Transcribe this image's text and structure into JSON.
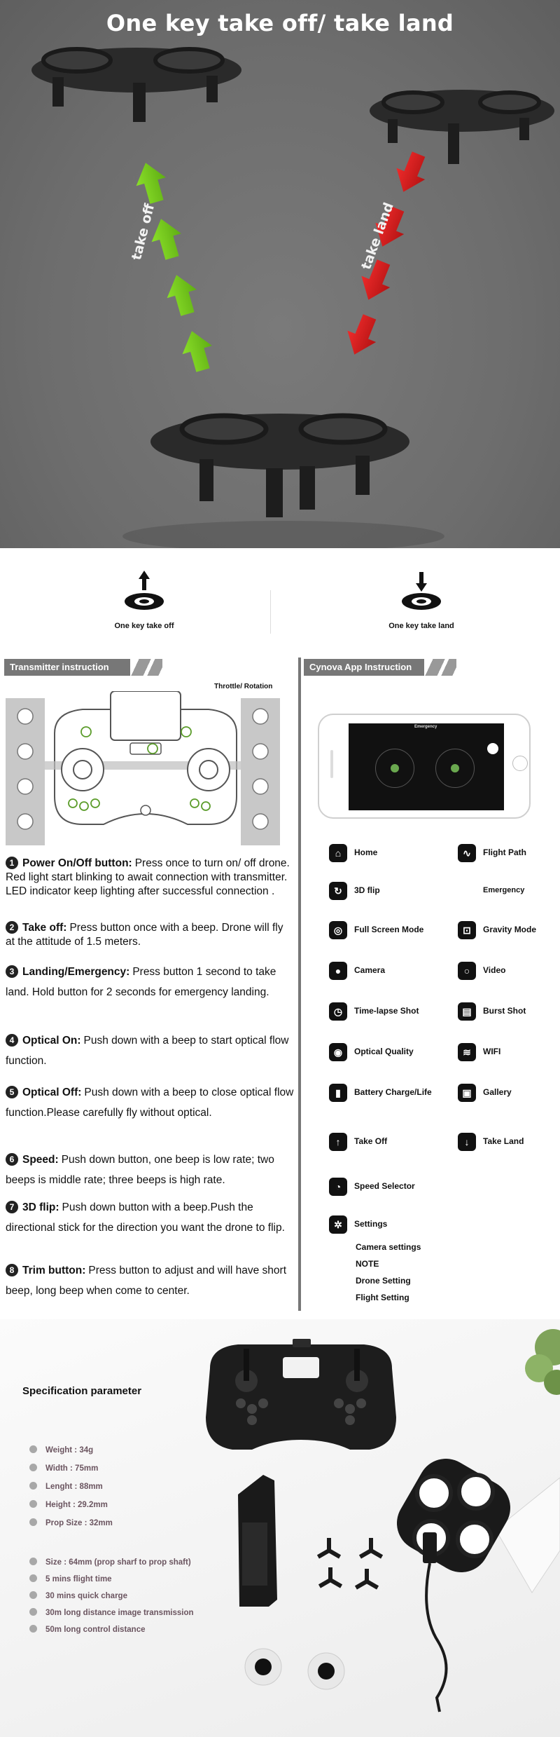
{
  "hero": {
    "title": "One key take off/ take land",
    "takeoff_label": "take off",
    "takeland_label": "take land",
    "colors": {
      "takeoff_arrow": "#7ed321",
      "takeland_arrow": "#e02020"
    }
  },
  "icons": {
    "takeoff_caption": "One key take off",
    "takeland_caption": "One key take land"
  },
  "transmitter": {
    "header": "Transmitter instruction",
    "throttle_label": "Throttle/ Rotation",
    "items": [
      {
        "num": "1",
        "head": "Power On/Off button:",
        "text": "Press once to turn on/ off drone. Red light start blinking to await connection with transmitter. LED indicator keep lighting after successful connection ."
      },
      {
        "num": "2",
        "head": "Take off:",
        "text": "Press button once with a beep. Drone will fly at the attitude of 1.5 meters."
      },
      {
        "num": "3",
        "head": "Landing/Emergency:",
        "text": "Press button 1 second to take land. Hold button for 2 seconds for emergency landing."
      },
      {
        "num": "4",
        "head": "Optical On:",
        "text": "Push down with a beep to start optical flow function."
      },
      {
        "num": "5",
        "head": "Optical Off:",
        "text": "Push down with a beep to close optical flow function.Please carefully fly without optical."
      },
      {
        "num": "6",
        "head": "Speed:",
        "text": "Push down button, one beep is low rate; two beeps is middle rate; three beeps is high rate."
      },
      {
        "num": "7",
        "head": "3D flip:",
        "text": "Push down button with a beep.Push the directional stick for the direction you want the drone to flip."
      },
      {
        "num": "8",
        "head": "Trim button:",
        "text": "Press button to adjust and will have short beep, long beep when come to center."
      }
    ]
  },
  "app": {
    "header": "Cynova App Instruction",
    "screen_label": "Emergency",
    "left_items": [
      "Home",
      "3D flip",
      "Full Screen Mode",
      "Camera",
      "Time-lapse Shot",
      "Optical Quality",
      "Battery Charge/Life",
      "Take Off",
      "Speed Selector",
      "Settings"
    ],
    "right_items": [
      "Flight Path",
      "Emergency",
      "Gravity Mode",
      "Video",
      "Burst Shot",
      "WIFI",
      "Gallery",
      "Take Land"
    ],
    "settings_sub": [
      "Camera settings",
      "NOTE",
      "Drone Setting",
      "Flight Setting"
    ]
  },
  "specs": {
    "title": "Specification parameter",
    "group1": [
      "Weight : 34g",
      "Width : 75mm",
      "Lenght : 88mm",
      "Height : 29.2mm",
      "Prop Size : 32mm"
    ],
    "group2": [
      "Size : 64mm (prop sharf to prop shaft)",
      "5 mins flight time",
      "30 mins quick charge",
      "30m long distance image transmission",
      "50m long control distance"
    ]
  }
}
